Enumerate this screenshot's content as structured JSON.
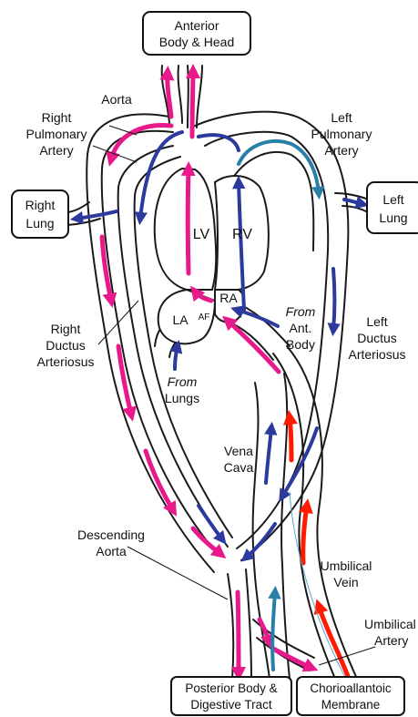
{
  "colors": {
    "pink": "#e8198b",
    "blue": "#2b3a9c",
    "teal": "#2a7fa8",
    "red": "#ff1a00",
    "outline": "#1a1a1a"
  },
  "boxes": {
    "anterior": [
      "Anterior",
      "Body & Head"
    ],
    "right_lung": [
      "Right",
      "Lung"
    ],
    "left_lung": [
      "Left",
      "Lung"
    ],
    "posterior": [
      "Posterior Body &",
      "Digestive Tract"
    ],
    "chorio": [
      "Chorioallantoic",
      "Membrane"
    ]
  },
  "labels": {
    "aorta": "Aorta",
    "right_pulmonary_artery": [
      "Right",
      "Pulmonary",
      "Artery"
    ],
    "left_pulmonary_artery": [
      "Left",
      "Pulmonary",
      "Artery"
    ],
    "lv": "LV",
    "rv": "RV",
    "ra": "RA",
    "la": "LA",
    "af": "AF",
    "from_ant_body": [
      "From",
      "Ant.",
      "Body"
    ],
    "from_lungs": [
      "From",
      "Lungs"
    ],
    "right_ductus": [
      "Right",
      "Ductus",
      "Arteriosus"
    ],
    "left_ductus": [
      "Left",
      "Ductus",
      "Arteriosus"
    ],
    "vena_cava": [
      "Vena",
      "Cava"
    ],
    "descending_aorta": [
      "Descending",
      "Aorta"
    ],
    "umbilical_vein": [
      "Umbilical",
      "Vein"
    ],
    "umbilical_artery": [
      "Umbilical",
      "Artery"
    ]
  }
}
